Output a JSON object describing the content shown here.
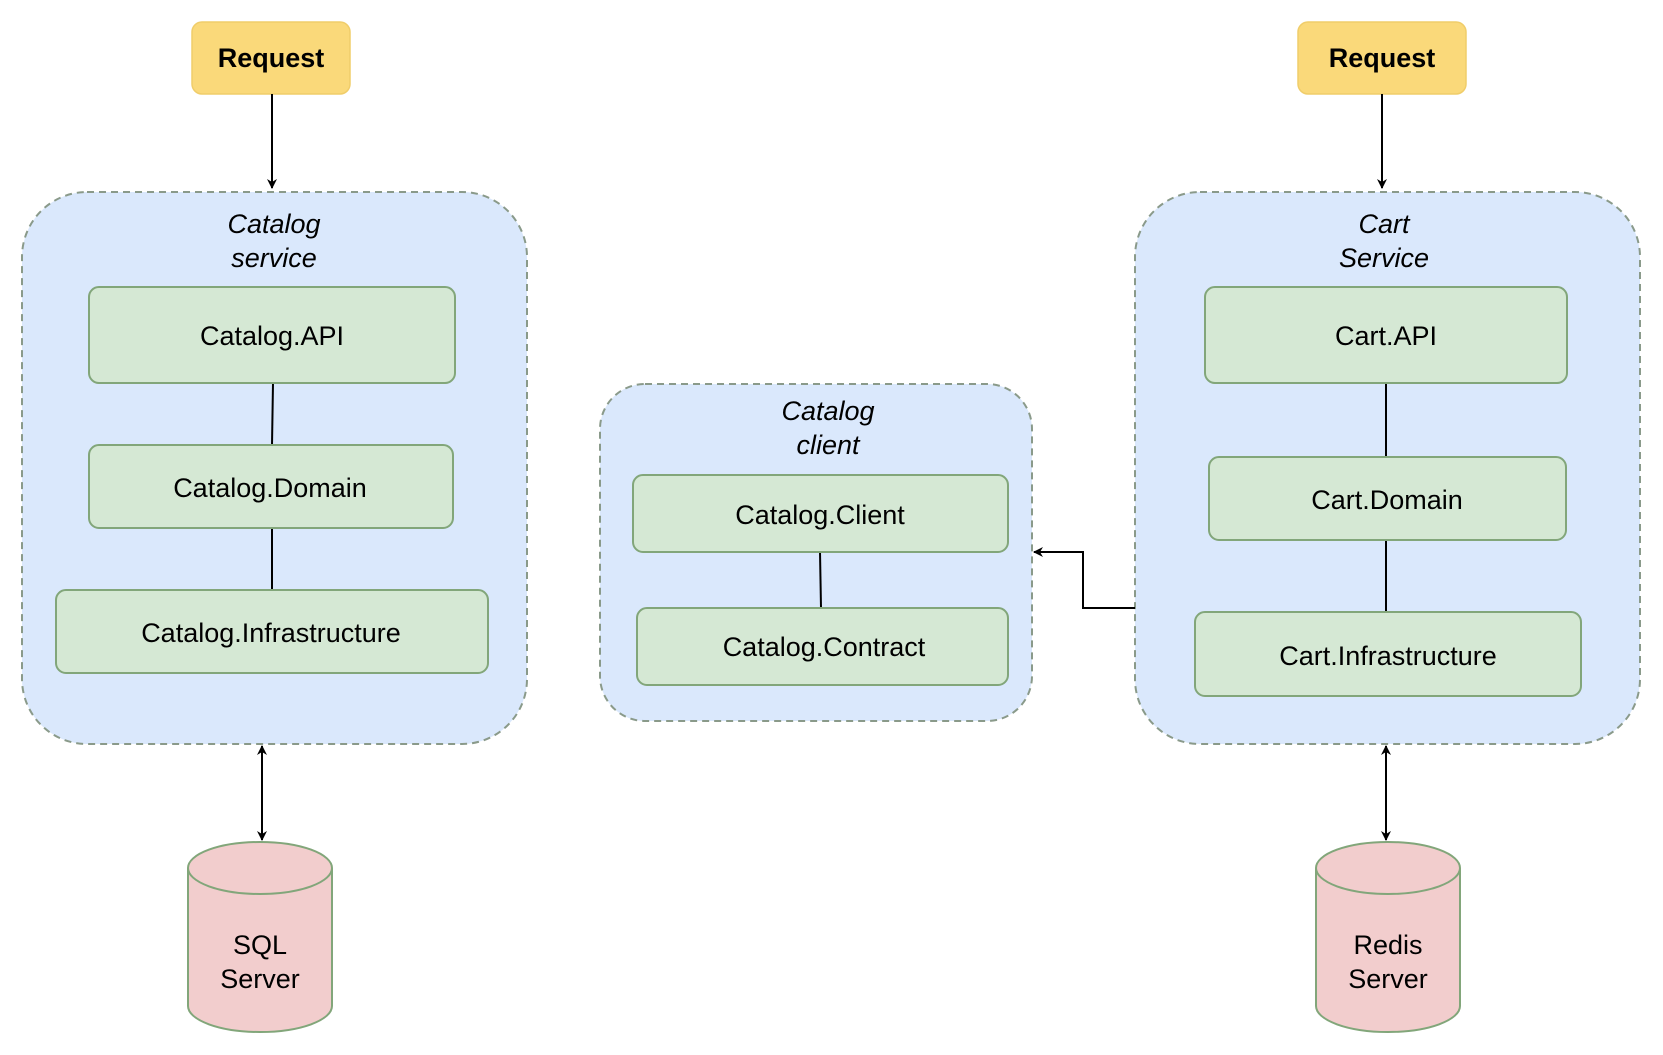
{
  "requests": {
    "left": "Request",
    "right": "Request"
  },
  "groups": {
    "catalog_service": {
      "line1": "Catalog",
      "line2": "service"
    },
    "catalog_client": {
      "line1": "Catalog",
      "line2": "client"
    },
    "cart_service": {
      "line1": "Cart",
      "line2": "Service"
    }
  },
  "layers": {
    "catalog_api": "Catalog.API",
    "catalog_domain": "Catalog.Domain",
    "catalog_infrastructure": "Catalog.Infrastructure",
    "catalog_client": "Catalog.Client",
    "catalog_contract": "Catalog.Contract",
    "cart_api": "Cart.API",
    "cart_domain": "Cart.Domain",
    "cart_infrastructure": "Cart.Infrastructure"
  },
  "databases": {
    "sql": {
      "line1": "SQL",
      "line2": "Server"
    },
    "redis": {
      "line1": "Redis",
      "line2": "Server"
    }
  },
  "colors": {
    "request_fill": "#fad97a",
    "group_fill": "#dae8fc",
    "group_stroke": "#8a9a8a",
    "layer_fill": "#d5e8d4",
    "layer_stroke": "#82a67a",
    "db_fill": "#f2cdcd",
    "db_stroke": "#82a67a"
  }
}
